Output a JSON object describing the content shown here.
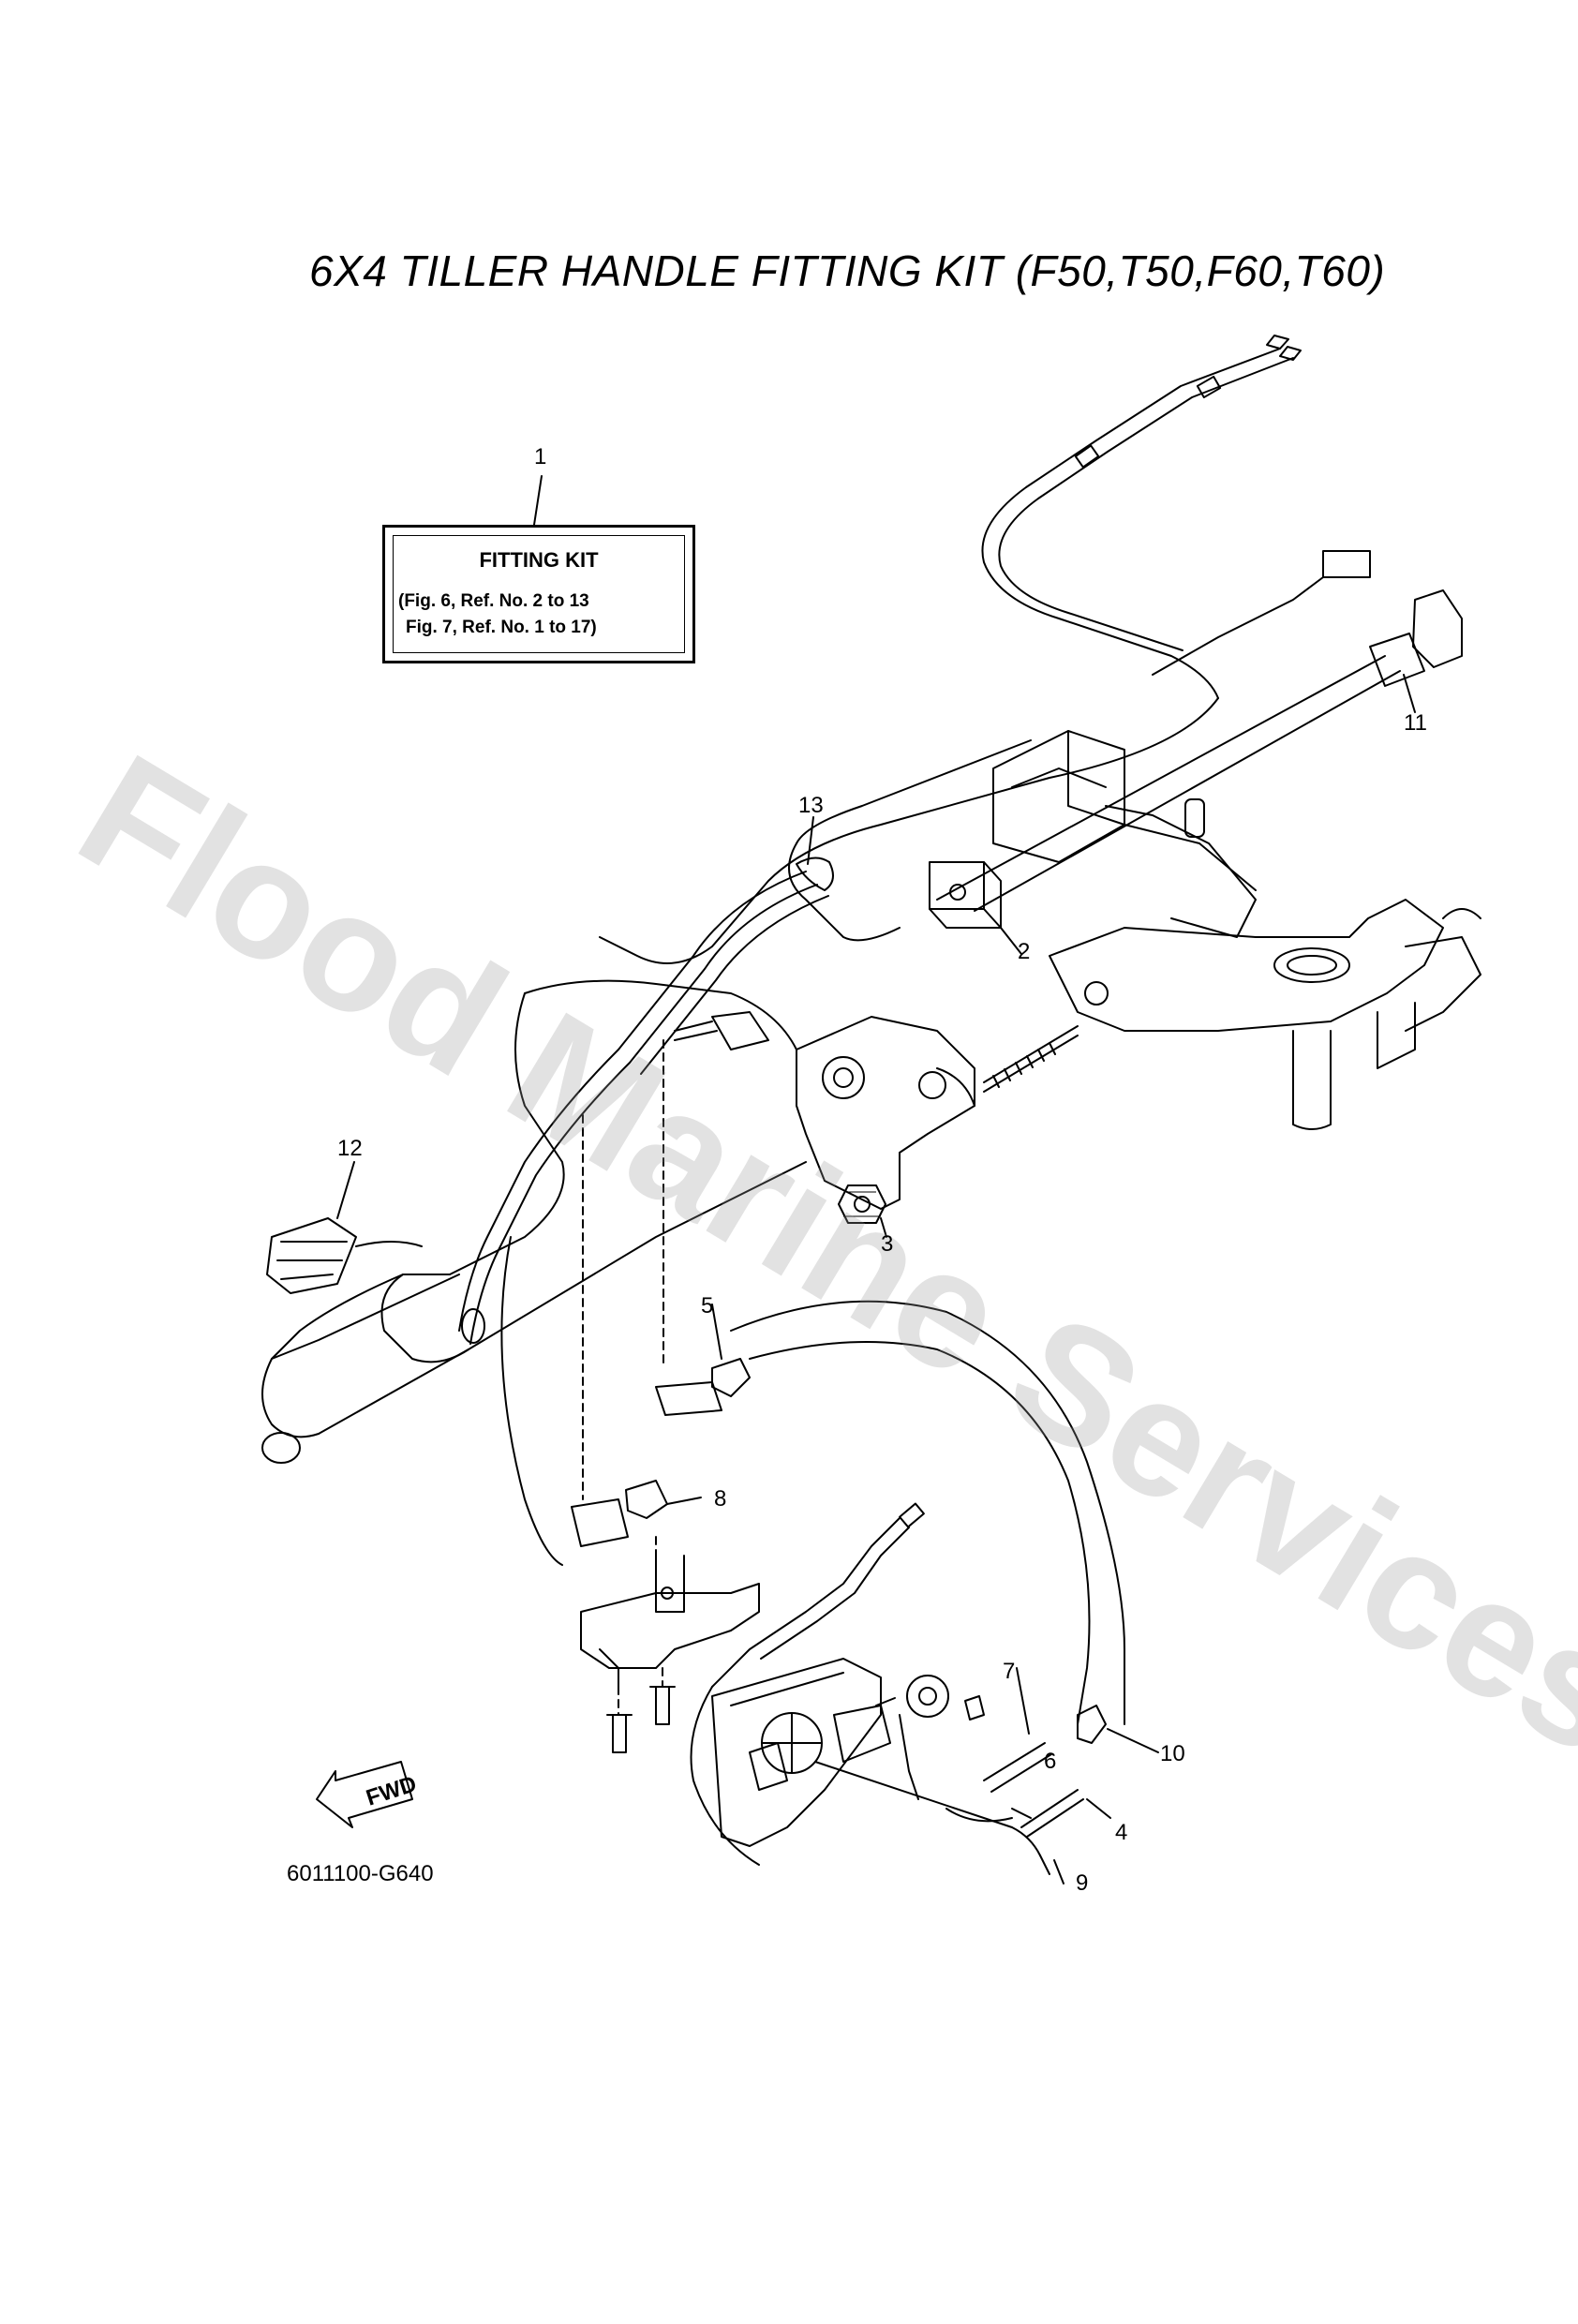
{
  "page": {
    "title": "6X4 TILLER HANDLE FITTING KIT  (F50,T50,F60,T60)",
    "watermark": "Flood Marine Services",
    "diagram_code": "6011100-G640",
    "fwd_label": "FWD"
  },
  "fitting_kit": {
    "title": "FITTING KIT",
    "lines": [
      "(Fig. 6, Ref. No. 2 to 13",
      " Fig. 7, Ref. No. 1 to 17)"
    ]
  },
  "callouts": [
    "1",
    "2",
    "3",
    "4",
    "5",
    "6",
    "7",
    "8",
    "9",
    "10",
    "11",
    "12",
    "13"
  ],
  "colors": {
    "line": "#000000",
    "watermark": "#969696"
  }
}
